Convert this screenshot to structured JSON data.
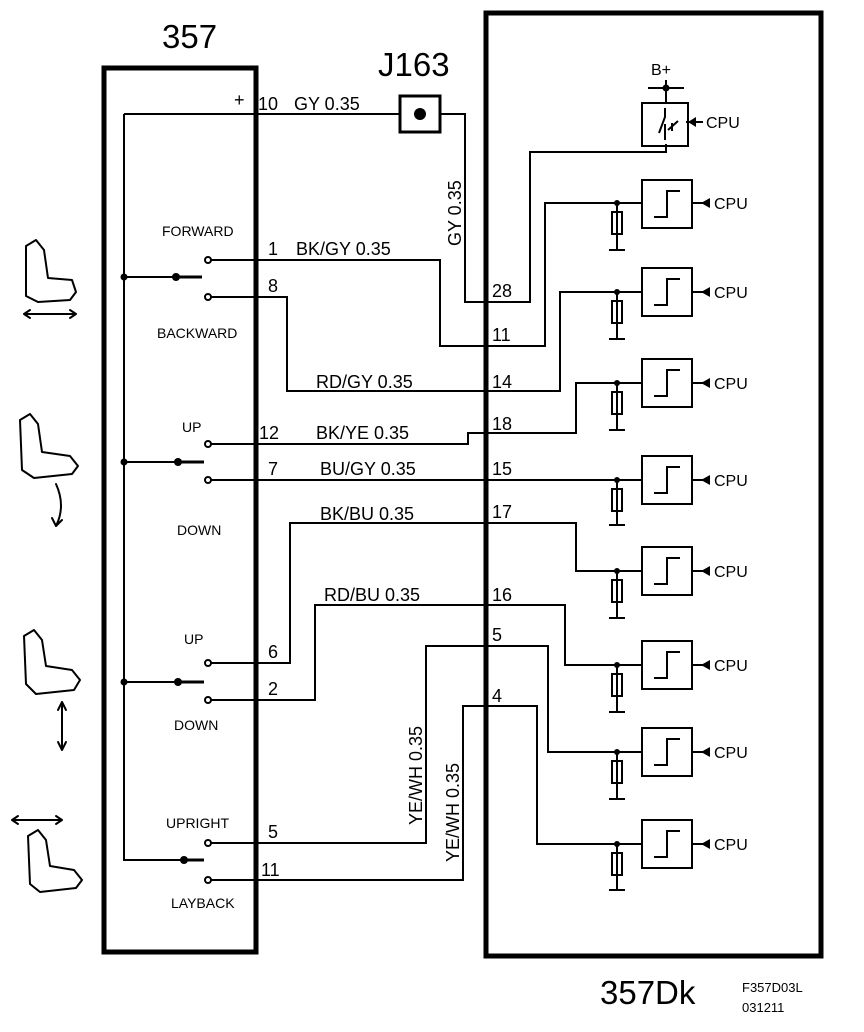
{
  "labels": {
    "switch_id": "357",
    "connector_id": "J163",
    "module_id": "357Dk",
    "figure_code": "F357D03L",
    "figure_date": "031211",
    "b_plus": "B+",
    "cpu": "CPU",
    "plus_sign": "+"
  },
  "switch_positions": {
    "forward": "FORWARD",
    "backward": "BACKWARD",
    "up1": "UP",
    "down1": "DOWN",
    "up2": "UP",
    "down2": "DOWN",
    "upright": "UPRIGHT",
    "layback": "LAYBACK"
  },
  "switch_pins": {
    "p10": "10",
    "p1": "1",
    "p8": "8",
    "p12": "12",
    "p7": "7",
    "p6": "6",
    "p2": "2",
    "p5": "5",
    "p11": "11"
  },
  "module_pins": {
    "p28": "28",
    "p11": "11",
    "p14": "14",
    "p18": "18",
    "p15": "15",
    "p17": "17",
    "p16": "16",
    "p5": "5",
    "p4": "4"
  },
  "wires": {
    "gy_switch": "GY 0.35",
    "gy_vertical": "GY  0.35",
    "bk_gy": "BK/GY 0.35",
    "rd_gy": "RD/GY 0.35",
    "bk_ye": "BK/YE  0.35",
    "bu_gy": "BU/GY 0.35",
    "bk_bu": "BK/BU 0.35",
    "rd_bu": "RD/BU 0.35",
    "ye_wh_1": "YE/WH  0.35",
    "ye_wh_2": "YE/WH  0.35"
  },
  "icons": [
    "seat-forward-backward-icon",
    "seat-tilt-icon",
    "seat-height-icon",
    "seat-backrest-icon"
  ]
}
